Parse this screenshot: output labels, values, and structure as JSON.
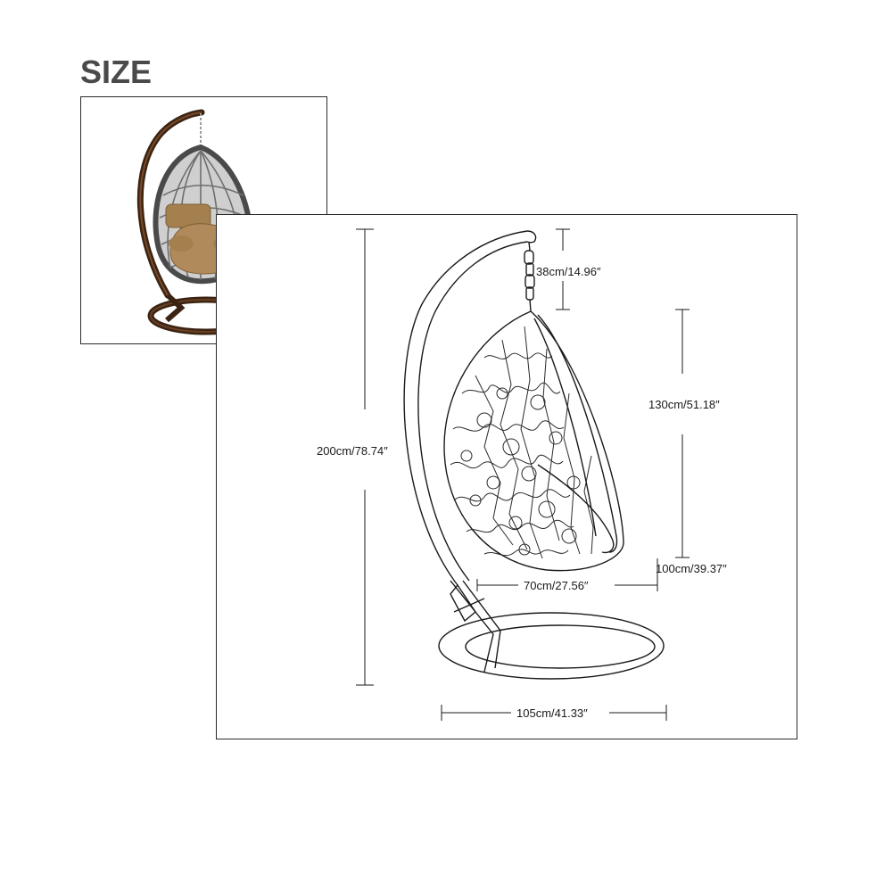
{
  "heading": "SIZE",
  "dimensions": {
    "chain_length": "38cm/14.96″",
    "chair_height": "130cm/51.18″",
    "total_height": "200cm/78.74″",
    "seat_height": "100cm/39.37″",
    "chair_width": "70cm/27.56″",
    "base_width": "105cm/41.33″"
  },
  "colors": {
    "stand": "#4a2a16",
    "wicker": "#6b6b6b",
    "cushion": "#b08a5a",
    "line": "#1a1a1a"
  }
}
